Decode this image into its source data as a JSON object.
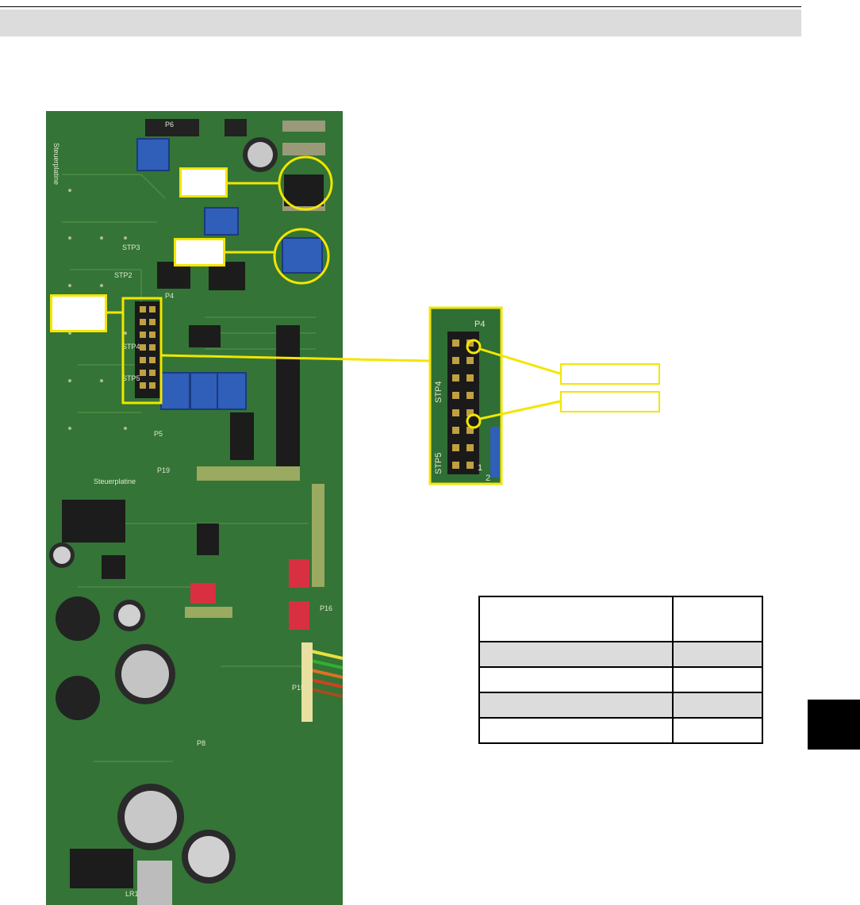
{
  "header": {
    "title": ""
  },
  "colors": {
    "callout": "#f2e600",
    "pcb": "#2f6e34",
    "band": "#dcdcdc",
    "tab": "#000000"
  },
  "pcb": {
    "silkscreen": [
      "Steuerplatine",
      "P6",
      "STP2",
      "STP3",
      "STP4",
      "STP5",
      "P4",
      "P5",
      "P16",
      "P15",
      "P8",
      "P19",
      "LR1",
      "Steuerplatine"
    ]
  },
  "inset": {
    "silkscreen": [
      "P4",
      "STP4",
      "STP5",
      "1",
      "2"
    ]
  },
  "callouts": [
    {
      "label": ""
    },
    {
      "label": ""
    },
    {
      "label": ""
    },
    {
      "label": ""
    },
    {
      "label": ""
    }
  ],
  "table": {
    "header": [
      "",
      ""
    ],
    "rows": [
      [
        "",
        ""
      ],
      [
        "",
        ""
      ],
      [
        "",
        ""
      ],
      [
        "",
        ""
      ]
    ]
  }
}
